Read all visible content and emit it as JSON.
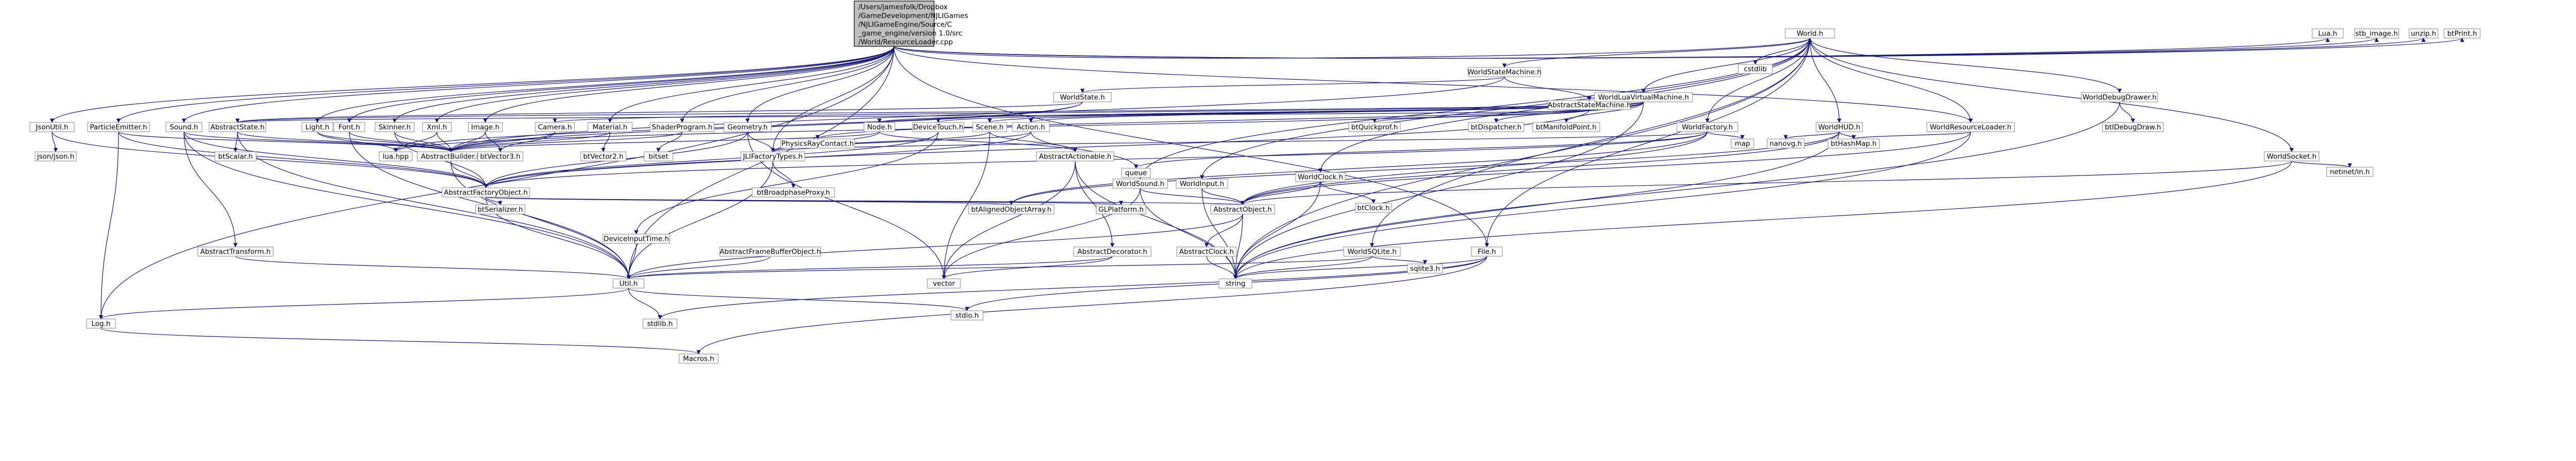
{
  "root": {
    "label_lines": [
      "/Users/jamesfolk/Dropbox",
      "/GameDevelopment/NJLIGames",
      "/NJLIGameEngine/Source/C",
      "_game_engine/version 1.0/src",
      "/World/ResourceLoader.cpp"
    ]
  },
  "nodes": {
    "world": "World.h",
    "lua": "Lua.h",
    "stb_image": "stb_image.h",
    "unzip": "unzip.h",
    "btprint": "btPrint.h",
    "worldstatemachine": "WorldStateMachine.h",
    "abstractstatemachine": "AbstractStateMachine.h",
    "cstdlib": "cstdlib",
    "worldluavm": "WorldLuaVirtualMachine.h",
    "worlddebugdrawer": "WorldDebugDrawer.h",
    "worldstate": "WorldState.h",
    "worldfactory": "WorldFactory.h",
    "worldhud": "WorldHUD.h",
    "worldresourceloader": "WorldResourceLoader.h",
    "btquickprof": "btQuickprof.h",
    "btdispatcher": "btDispatcher.h",
    "btmanifoldpoint": "btManifoldPoint.h",
    "btidebugdraw": "btIDebugDraw.h",
    "map": "map",
    "nanovg": "nanovg.h",
    "bthashmap": "btHashMap.h",
    "worldsocket": "WorldSocket.h",
    "netinet": "netinet/in.h",
    "jsonutil": "JsonUtil.h",
    "particleemitter": "ParticleEmitter.h",
    "sound": "Sound.h",
    "abstractstate": "AbstractState.h",
    "light": "Light.h",
    "font": "Font.h",
    "skinner": "Skinner.h",
    "xml": "Xml.h",
    "image": "Image.h",
    "camera": "Camera.h",
    "material": "Material.h",
    "shaderprogram": "ShaderProgram.h",
    "geometry": "Geometry.h",
    "physicsraycontact": "PhysicsRayContact.h",
    "node": "Node.h",
    "devicetouch": "DeviceTouch.h",
    "scene": "Scene.h",
    "action": "Action.h",
    "jsonjson": "json/json.h",
    "btscalar": "btScalar.h",
    "luahpp": "lua.hpp",
    "abstractbuilder": "AbstractBuilder.h",
    "btvector3": "btVector3.h",
    "btvector2": "btVector2.h",
    "bitset": "bitset",
    "njlifactorytypes": "JLIFactoryTypes.h",
    "abstractactionable": "AbstractActionable.h",
    "queue": "queue",
    "btbroadphaseproxy": "btBroadphaseProxy.h",
    "abstractfactoryobject": "AbstractFactoryObject.h",
    "btserializer": "btSerializer.h",
    "btalignedobjectarray": "btAlignedObjectArray.h",
    "glplatform": "GLPlatform.h",
    "worldsound": "WorldSound.h",
    "worldinput": "WorldInput.h",
    "worldclock": "WorldClock.h",
    "btclock": "btClock.h",
    "abstractobject": "AbstractObject.h",
    "worldsqlite": "WorldSQLite.h",
    "sqlite3": "sqlite3.h",
    "file": "File.h",
    "abstracttransform": "AbstractTransform.h",
    "deviceinputtime": "DeviceInputTime.h",
    "abstractframebufferobject": "AbstractFrameBufferObject.h",
    "abstractdecorator": "AbstractDecorator.h",
    "abstractclock": "AbstractClock.h",
    "util": "Util.h",
    "vector": "vector",
    "string": "string",
    "log": "Log.h",
    "stdlib": "stdlib.h",
    "stdioh": "stdio.h",
    "macros": "Macros.h"
  },
  "colors": {
    "edge": "#191970",
    "node_border": "#999999",
    "root_fill": "#bfbfbf",
    "root_border": "#000000"
  }
}
